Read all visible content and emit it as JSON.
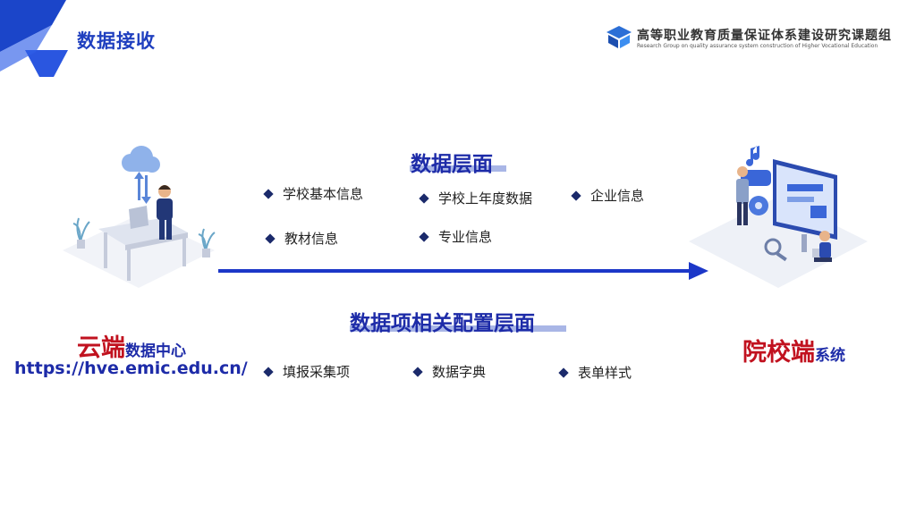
{
  "header": {
    "title": "数据接收",
    "brand_cn": "高等职业教育质量保证体系建设研究课题组",
    "brand_en": "Research Group on quality assurance system construction of Higher Vocational Education"
  },
  "data_layer": {
    "heading": "数据层面",
    "items": [
      "学校基本信息",
      "学校上年度数据",
      "企业信息",
      "教材信息",
      "专业信息"
    ]
  },
  "config_layer": {
    "heading": "数据项相关配置层面",
    "items": [
      "填报采集项",
      "数据字典",
      "表单样式"
    ]
  },
  "cloud": {
    "big": "云端",
    "small": "数据中心",
    "url": "https://hve.emic.edu.cn/"
  },
  "school": {
    "big": "院校端",
    "small": "系统"
  },
  "colors": {
    "primary_blue": "#1d2ba8",
    "accent_red": "#c1121f",
    "arrow_blue": "#1c37c8"
  },
  "icons": [
    "corner-decoration-icon",
    "brand-logo-icon",
    "diamond-bullet-icon",
    "arrow-right-icon",
    "cloud-server-illustration",
    "school-system-illustration"
  ]
}
